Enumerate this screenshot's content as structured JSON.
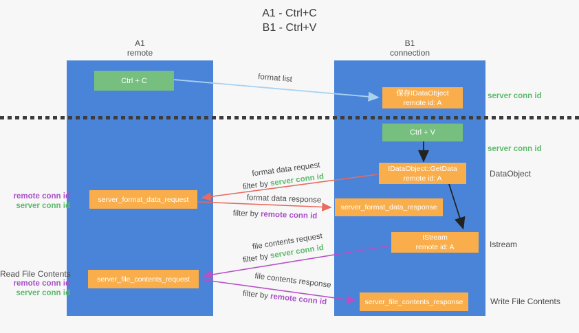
{
  "title": {
    "line1": "A1 - Ctrl+C",
    "line2": "B1 - Ctrl+V"
  },
  "lanes": {
    "left": {
      "name": "A1",
      "role": "remote"
    },
    "right": {
      "name": "B1",
      "role": "connection"
    }
  },
  "nodes": {
    "ctrl_c": {
      "label": "Ctrl + C"
    },
    "ctrl_v": {
      "label": "Ctrl + V"
    },
    "save_idataobject": {
      "line1": "保存IDataObject",
      "line2": "remote id: A"
    },
    "getdata": {
      "line1": "IDataObject::GetData",
      "line2": "remote id: A"
    },
    "istream": {
      "line1": "IStream",
      "line2": "remote id: A"
    },
    "format_request": {
      "label": "server_format_data_request"
    },
    "format_response": {
      "label": "server_format_data_response"
    },
    "file_request": {
      "label": "server_file_contents_request"
    },
    "file_response": {
      "label": "server_file_contents_response"
    }
  },
  "arrows": {
    "format_list": {
      "label": "format list"
    },
    "format_data_request": {
      "label": "format data request",
      "filter_prefix": "filter by ",
      "filter_key": "server conn id"
    },
    "format_data_response": {
      "label": "format data response",
      "filter_prefix": "filter by ",
      "filter_key": "remote conn id"
    },
    "file_contents_request": {
      "label": "file contents request",
      "filter_prefix": "filter by ",
      "filter_key": "server conn id"
    },
    "file_contents_response": {
      "label": "file contents response",
      "filter_prefix": "filter by ",
      "filter_key": "remote conn id"
    }
  },
  "side_labels": {
    "right_server_conn_id_1": "server conn id",
    "right_server_conn_id_2": "server conn id",
    "right_dataobject": "DataObject",
    "right_istream": "Istream",
    "right_write_file": "Write File Contents",
    "left_remote_conn_id_1": "remote conn id",
    "left_server_conn_id_1": "server conn id",
    "left_read_file": "Read File Contents",
    "left_remote_conn_id_2": "remote conn id",
    "left_server_conn_id_2": "server conn id"
  },
  "colors": {
    "background": "#f7f7f8",
    "lane_blue": "#4a84d9",
    "box_green": "#77bf7e",
    "box_orange": "#f9ae4b",
    "accent_green": "#5cba6a",
    "accent_purple": "#a94fc5",
    "arrow_red": "#e96a5f",
    "arrow_purple": "#b750c7",
    "arrow_lightblue": "#a8d2f0",
    "arrow_black": "#222222",
    "dotted_line": "#3c3c3c"
  }
}
